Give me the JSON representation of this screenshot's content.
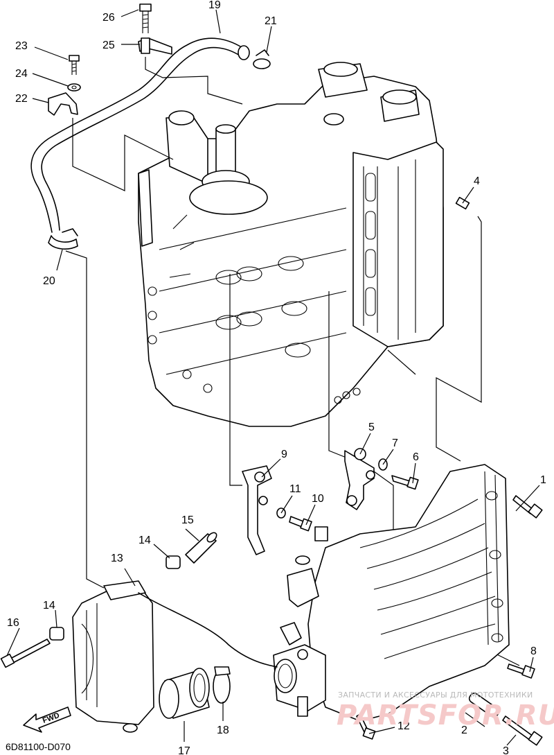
{
  "diagram_code": "6D81100-D070",
  "fwd_label": "FWD",
  "watermark": {
    "caption": "ЗАПЧАСТИ И АКСЕССУАРЫ ДЛЯ МОТОТЕХНИКИ",
    "brand": "PARTSFOR.RU"
  },
  "callouts": [
    "1",
    "2",
    "3",
    "4",
    "5",
    "6",
    "7",
    "8",
    "9",
    "10",
    "11",
    "12",
    "13",
    "14",
    "14",
    "15",
    "16",
    "17",
    "18",
    "19",
    "20",
    "21",
    "22",
    "23",
    "24",
    "25",
    "26"
  ]
}
